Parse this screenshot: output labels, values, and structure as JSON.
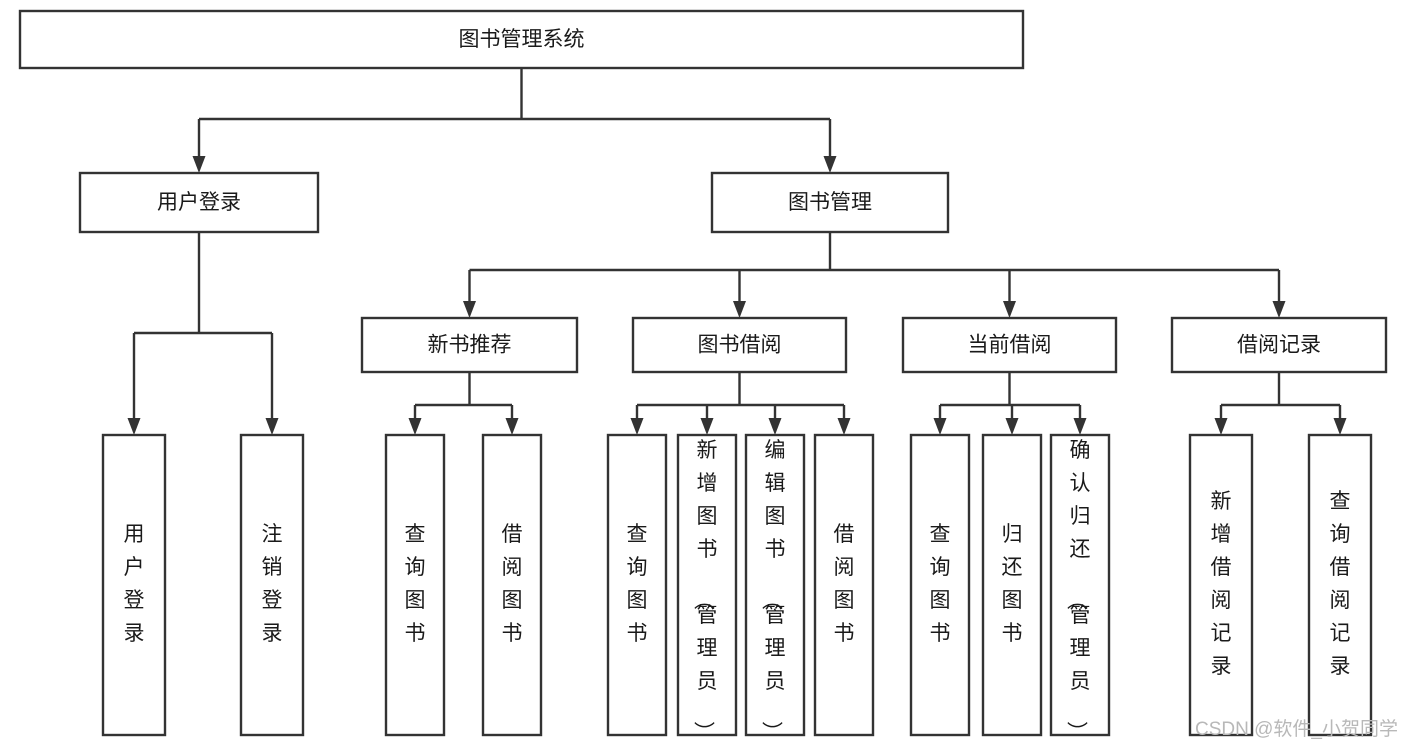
{
  "diagram": {
    "type": "hierarchy-tree",
    "title": "图书管理系统",
    "watermark": "CSDN @软件_小贺同学",
    "colors": {
      "stroke": "#333333",
      "fill": "#ffffff",
      "text": "#1a1a1a",
      "watermark": "#b8b8b8"
    },
    "nodes": {
      "root": {
        "label": "图书管理系统",
        "orientation": "horizontal"
      },
      "l2": [
        {
          "id": "user-login",
          "label": "用户登录",
          "orientation": "horizontal"
        },
        {
          "id": "book-manage",
          "label": "图书管理",
          "orientation": "horizontal"
        }
      ],
      "l3": [
        {
          "id": "new-book-rec",
          "label": "新书推荐",
          "orientation": "horizontal"
        },
        {
          "id": "book-borrow",
          "label": "图书借阅",
          "orientation": "horizontal"
        },
        {
          "id": "current-borrow",
          "label": "当前借阅",
          "orientation": "horizontal"
        },
        {
          "id": "borrow-record",
          "label": "借阅记录",
          "orientation": "horizontal"
        }
      ],
      "leaves": {
        "user-login": [
          {
            "id": "leaf-user-login",
            "label": "用户登录",
            "orientation": "vertical"
          },
          {
            "id": "leaf-user-logout",
            "label": "注销登录",
            "orientation": "vertical"
          }
        ],
        "new-book-rec": [
          {
            "id": "leaf-query-book-1",
            "label": "查询图书",
            "orientation": "vertical"
          },
          {
            "id": "leaf-borrow-book-1",
            "label": "借阅图书",
            "orientation": "vertical"
          }
        ],
        "book-borrow": [
          {
            "id": "leaf-query-book-2",
            "label": "查询图书",
            "orientation": "vertical"
          },
          {
            "id": "leaf-add-book",
            "label": "新增图书（管理员）",
            "orientation": "vertical"
          },
          {
            "id": "leaf-edit-book",
            "label": "编辑图书（管理员）",
            "orientation": "vertical"
          },
          {
            "id": "leaf-borrow-book-2",
            "label": "借阅图书",
            "orientation": "vertical"
          }
        ],
        "current-borrow": [
          {
            "id": "leaf-query-book-3",
            "label": "查询图书",
            "orientation": "vertical"
          },
          {
            "id": "leaf-return-book",
            "label": "归还图书",
            "orientation": "vertical"
          },
          {
            "id": "leaf-confirm-return",
            "label": "确认归还（管理员）",
            "orientation": "vertical"
          }
        ],
        "borrow-record": [
          {
            "id": "leaf-add-record",
            "label": "新增借阅记录",
            "orientation": "vertical"
          },
          {
            "id": "leaf-query-record",
            "label": "查询借阅记录",
            "orientation": "vertical"
          }
        ]
      }
    }
  }
}
